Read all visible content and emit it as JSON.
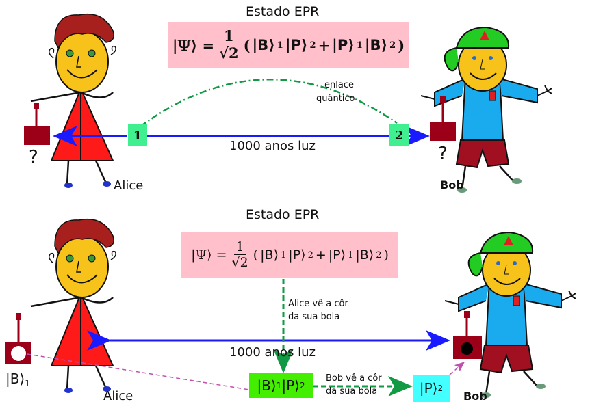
{
  "top": {
    "title": "Estado EPR",
    "formula": {
      "lhs": "|Ψ⟩ =",
      "num": "1",
      "den": "√2",
      "open": "(",
      "k1": "|B⟩",
      "s1": "1",
      "k2": "|P⟩",
      "s2": "2",
      "plus": "+",
      "k3": "|P⟩",
      "s3": "1",
      "k4": "|B⟩",
      "s4": "2",
      "close": ")"
    },
    "box1_label": "1",
    "box2_label": "2",
    "entangle_line1": "enlace",
    "entangle_line2": "quântico",
    "distance": "1000 anos luz",
    "alice_label": "Alice",
    "bob_label": "Bob",
    "alice_unknown": "?",
    "bob_unknown": "?"
  },
  "bottom": {
    "title": "Estado EPR",
    "formula": {
      "lhs": "|Ψ⟩ =",
      "num": "1",
      "den": "√2",
      "open": "(",
      "k1": "|B⟩",
      "s1": "1",
      "k2": "|P⟩",
      "s2": "2",
      "plus": "+",
      "k3": "|P⟩",
      "s3": "1",
      "k4": "|B⟩",
      "s4": "2",
      "close": ")"
    },
    "alice_sees_1": "Alice vê a côr",
    "alice_sees_2": "da sua bola",
    "bob_sees_1": "Bob vê a côr",
    "bob_sees_2": "da sua bola",
    "distance": "1000 anos luz",
    "result_state": {
      "k1": "|B⟩",
      "s1": "1",
      "k2": "|P⟩",
      "s2": "2"
    },
    "bob_state": {
      "k": "|P⟩",
      "s": "2"
    },
    "alice_state": {
      "k": "|B⟩",
      "s": "1"
    },
    "alice_label": "Alice",
    "bob_label": "Bob"
  },
  "colors": {
    "arrow": "#1a1aff",
    "entangle": "#119944",
    "pink": "#ffc0cb",
    "box": "#9b0018",
    "magenta": "#c050b0"
  }
}
